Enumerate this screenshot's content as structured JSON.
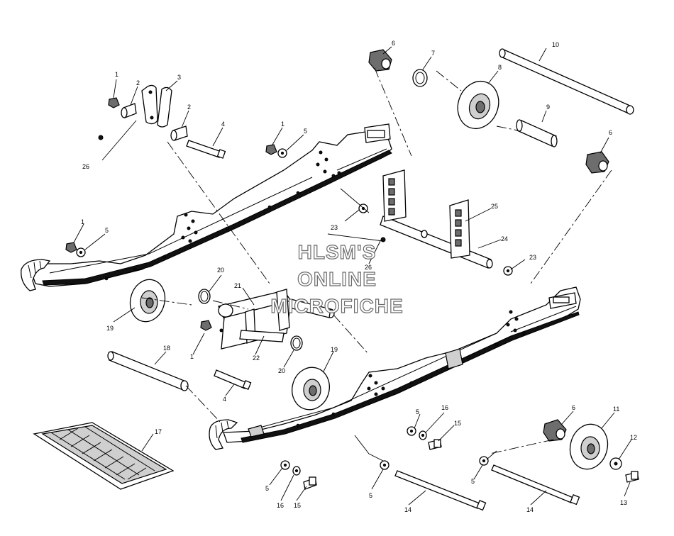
{
  "watermark": {
    "line1": "HLSM'S",
    "line2": "ONLINE",
    "line3": "MICROFICHE"
  },
  "callouts": [
    "1",
    "1",
    "1",
    "1",
    "2",
    "2",
    "3",
    "4",
    "4",
    "5",
    "5",
    "5",
    "5",
    "5",
    "5",
    "6",
    "6",
    "6",
    "7",
    "8",
    "9",
    "10",
    "11",
    "12",
    "13",
    "14",
    "14",
    "15",
    "15",
    "16",
    "16",
    "17",
    "18",
    "19",
    "19",
    "20",
    "20",
    "21",
    "22",
    "23",
    "23",
    "24",
    "25",
    "26",
    "26"
  ]
}
